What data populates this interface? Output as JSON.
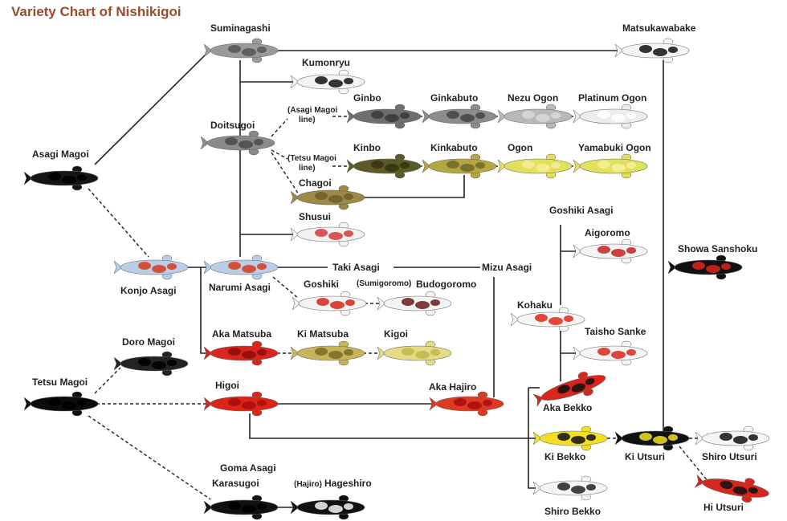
{
  "title": "Variety Chart of Nishikigoi",
  "colors": {
    "title": "#a0482a",
    "line": "#222222",
    "text": "#222222"
  },
  "labels": {
    "suminagashi": "Suminagashi",
    "matsukawabake": "Matsukawabake",
    "kumonryu": "Kumonryu",
    "ginbo": "Ginbo",
    "ginkabuto": "Ginkabuto",
    "nezu_ogon": "Nezu Ogon",
    "platinum_ogon": "Platinum Ogon",
    "asagi_magoi_line_1": "(Asagi Magoi",
    "asagi_magoi_line_2": "line)",
    "doitsugoi": "Doitsugoi",
    "tetsu_magoi_line_1": "(Tetsu Magoi",
    "tetsu_magoi_line_2": "line)",
    "kinbo": "Kinbo",
    "kinkabuto": "Kinkabuto",
    "ogon": "Ogon",
    "yamabuki_ogon": "Yamabuki Ogon",
    "asagi_magoi": "Asagi Magoi",
    "chagoi": "Chagoi",
    "goshiki_asagi": "Goshiki Asagi",
    "shusui": "Shusui",
    "aigoromo": "Aigoromo",
    "showa_sanshoku": "Showa Sanshoku",
    "taki_asagi": "Taki Asagi",
    "mizu_asagi": "Mizu Asagi",
    "konjo_asagi": "Konjo Asagi",
    "narumi_asagi": "Narumi Asagi",
    "goshiki": "Goshiki",
    "sumigoromo": "(Sumigoromo)",
    "budogoromo": "Budogoromo",
    "kohaku": "Kohaku",
    "doro_magoi": "Doro Magoi",
    "aka_matsuba": "Aka Matsuba",
    "ki_matsuba": "Ki Matsuba",
    "kigoi": "Kigoi",
    "taisho_sanke": "Taisho Sanke",
    "tetsu_magoi": "Tetsu Magoi",
    "higoi": "Higoi",
    "aka_hajiro": "Aka Hajiro",
    "aka_bekko": "Aka Bekko",
    "ki_bekko": "Ki Bekko",
    "ki_utsuri": "Ki Utsuri",
    "shiro_utsuri": "Shiro Utsuri",
    "goma_asagi": "Goma Asagi",
    "karasugoi": "Karasugoi",
    "hajiro": "(Hajiro)",
    "hageshiro": "Hageshiro",
    "shiro_bekko": "Shiro Bekko",
    "hi_utsuri": "Hi Utsuri"
  },
  "fish_colors": {
    "suminagashi": {
      "body": "#9a9a9a",
      "spot": "#555555"
    },
    "matsukawabake": {
      "body": "#f4f4f4",
      "spot": "#111111"
    },
    "kumonryu": {
      "body": "#f4f4f4",
      "spot": "#111111"
    },
    "doitsugoi": {
      "body": "#8a8a8a",
      "spot": "#4a4a4a"
    },
    "ginbo": {
      "body": "#6e6e6e",
      "spot": "#3a3a3a"
    },
    "ginkabuto": {
      "body": "#8c8c8c",
      "spot": "#444444"
    },
    "nezu_ogon": {
      "body": "#b8b8b8",
      "spot": "#d8d8d8"
    },
    "platinum_ogon": {
      "body": "#ececec",
      "spot": "#ffffff"
    },
    "kinbo": {
      "body": "#5b5b2a",
      "spot": "#34340f"
    },
    "kinkabuto": {
      "body": "#b5a640",
      "spot": "#6c6a2a"
    },
    "ogon": {
      "body": "#e4df5a",
      "spot": "#f2ef9a"
    },
    "yamabuki_ogon": {
      "body": "#e0e05a",
      "spot": "#f2f29e"
    },
    "chagoi": {
      "body": "#9c8a44",
      "spot": "#6c5e2a"
    },
    "shusui": {
      "body": "#f2f2f2",
      "spot": "#d23a3a"
    },
    "asagi_magoi": {
      "body": "#151515",
      "spot": "#000000"
    },
    "konjo_asagi": {
      "body": "#b9cde8",
      "spot": "#d9381f"
    },
    "narumi_asagi": {
      "body": "#b9cde8",
      "spot": "#d9381f"
    },
    "goshiki": {
      "body": "#f3f3f3",
      "spot": "#d4261c"
    },
    "budogoromo": {
      "body": "#f3f3f3",
      "spot": "#6a1a1a"
    },
    "aigoromo": {
      "body": "#f3f3f3",
      "spot": "#c2211c"
    },
    "kohaku": {
      "body": "#f5f5f5",
      "spot": "#e3261a"
    },
    "showa_sanshoku": {
      "body": "#111111",
      "spot": "#d9261c"
    },
    "doro_magoi": {
      "body": "#232323",
      "spot": "#000000"
    },
    "aka_matsuba": {
      "body": "#d9261c",
      "spot": "#8a0e0e"
    },
    "ki_matsuba": {
      "body": "#c7b45a",
      "spot": "#7a6a24"
    },
    "kigoi": {
      "body": "#e4db84",
      "spot": "#c4b44a"
    },
    "taisho_sanke": {
      "body": "#f5f5f5",
      "spot": "#d9261c"
    },
    "tetsu_magoi": {
      "body": "#0c0c0c",
      "spot": "#000000"
    },
    "higoi": {
      "body": "#dd2418",
      "spot": "#a80e0e"
    },
    "aka_hajiro": {
      "body": "#dd3a20",
      "spot": "#a80e0e"
    },
    "aka_bekko": {
      "body": "#d9261c",
      "spot": "#111111"
    },
    "ki_bekko": {
      "body": "#f2e020",
      "spot": "#111111"
    },
    "ki_utsuri": {
      "body": "#111111",
      "spot": "#f2e020"
    },
    "shiro_utsuri": {
      "body": "#f5f5f5",
      "spot": "#111111"
    },
    "karasugoi": {
      "body": "#111111",
      "spot": "#000000"
    },
    "hageshiro": {
      "body": "#111111",
      "spot": "#f5f5f5"
    },
    "shiro_bekko": {
      "body": "#f5f5f5",
      "spot": "#222222"
    },
    "hi_utsuri": {
      "body": "#d9261c",
      "spot": "#111111"
    }
  }
}
